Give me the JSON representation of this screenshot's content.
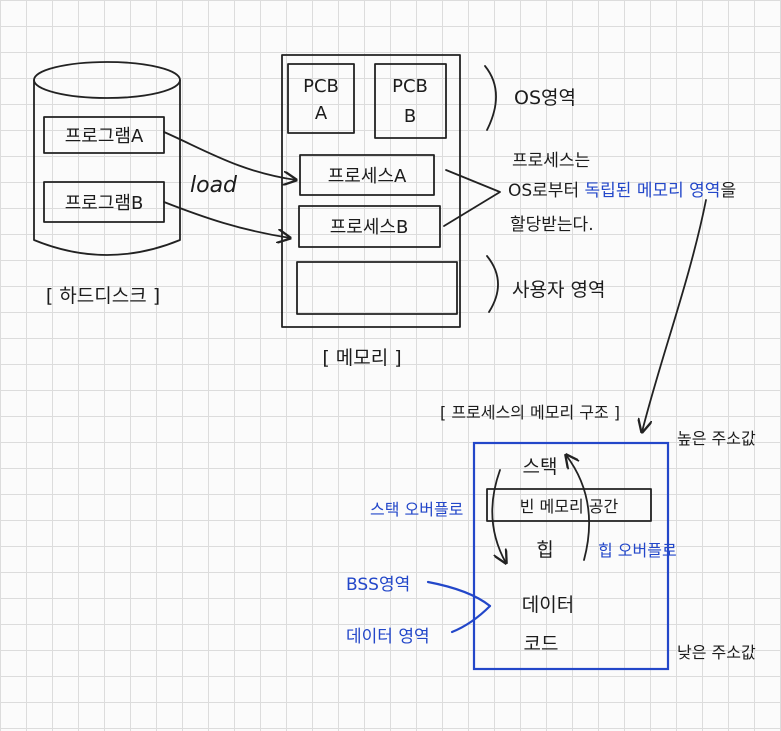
{
  "disk": {
    "program_a": "프로그램A",
    "program_b": "프로그램B",
    "caption": "[ 하드디스크 ]"
  },
  "load_label": "load",
  "memory": {
    "pcb_a_line1": "PCB",
    "pcb_a_line2": "A",
    "pcb_b_line1": "PCB",
    "pcb_b_line2": "B",
    "process_a": "프로세스A",
    "process_b": "프로세스B",
    "os_area": "OS영역",
    "user_area": "사용자 영역",
    "caption": "[ 메모리 ]"
  },
  "note": {
    "line1": "프로세스는",
    "line2_prefix": "OS로부터 ",
    "line2_highlight": "독립된 메모리 영역",
    "line2_suffix": "을",
    "line3": "할당받는다."
  },
  "process_memory": {
    "caption": "[ 프로세스의 메모리 구조 ]",
    "high_address": "높은 주소값",
    "low_address": "낮은 주소값",
    "stack": "스택",
    "free_space": "빈 메모리 공간",
    "heap": "힙",
    "data": "데이터",
    "code": "코드",
    "stack_overflow": "스택 오버플로",
    "heap_overflow": "힙 오버플로",
    "bss_area": "BSS영역",
    "data_area": "데이터 영역"
  },
  "colors": {
    "ink": "#222222",
    "accent_blue": "#2347c9"
  }
}
